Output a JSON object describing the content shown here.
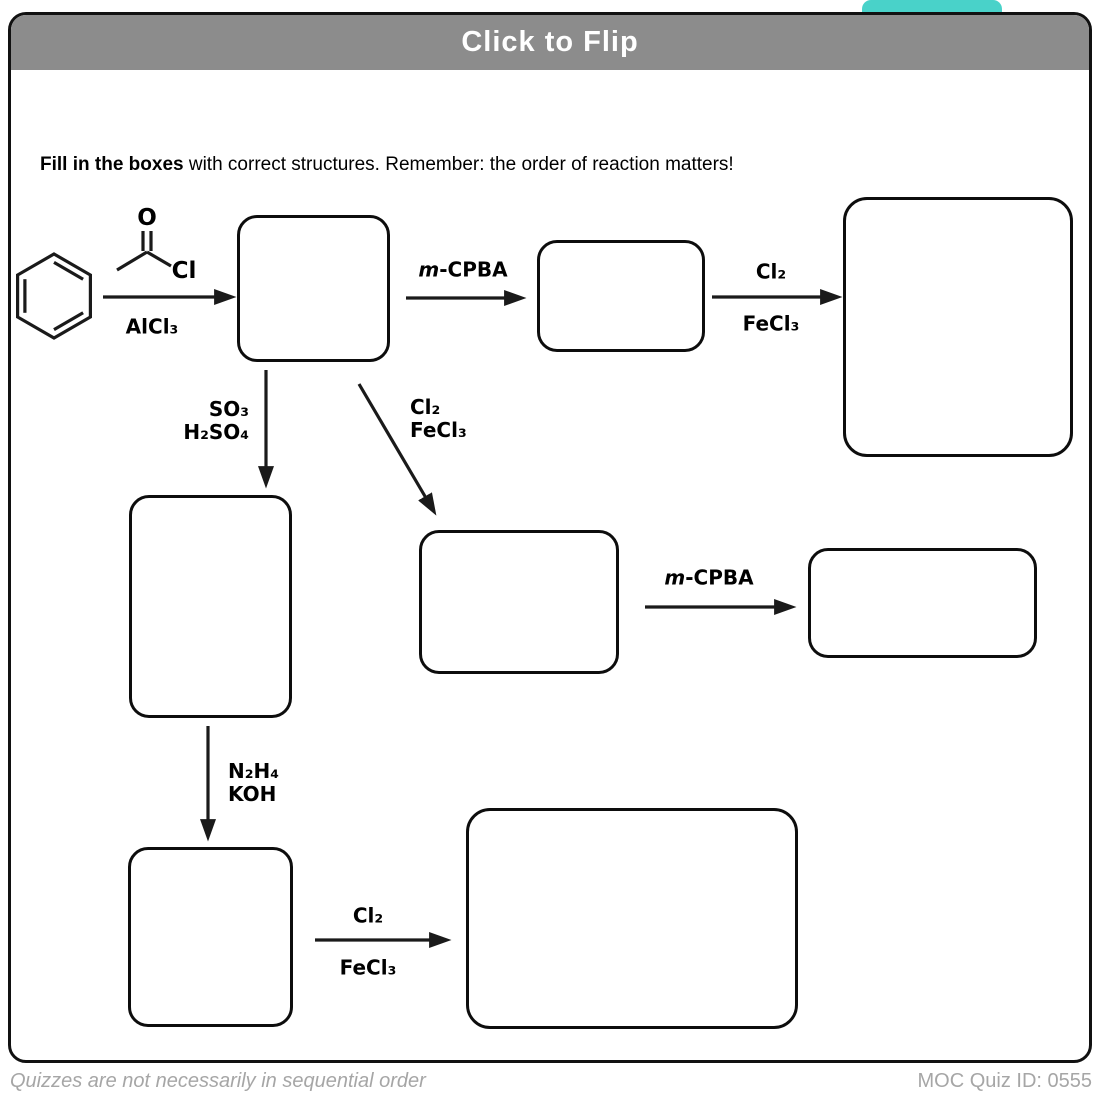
{
  "header": {
    "title": "Click to Flip",
    "bar_color": "#8c8c8c",
    "flip_tab_color": "#49d2c9"
  },
  "instruction": {
    "bold": "Fill in the boxes",
    "rest": " with correct structures. Remember: the order of reaction matters!"
  },
  "scheme": {
    "start_molecule": "benzene",
    "acylating_agent": "acetyl-chloride",
    "atoms": {
      "oxygen": "O",
      "chlorine": "Cl"
    },
    "reagents": {
      "alcl3": "AlCl₃",
      "mcpba_prefix": "m",
      "mcpba_rest": "-CPBA",
      "cl2": "Cl₂",
      "fecl3": "FeCl₃",
      "so3": "SO₃",
      "h2so4": "H₂SO₄",
      "n2h4": "N₂H₄",
      "koh": "KOH"
    },
    "answer_box_count": 8
  },
  "footer": {
    "left": "Quizzes are not necessarily in sequential order",
    "right": "MOC Quiz ID: 0555"
  }
}
